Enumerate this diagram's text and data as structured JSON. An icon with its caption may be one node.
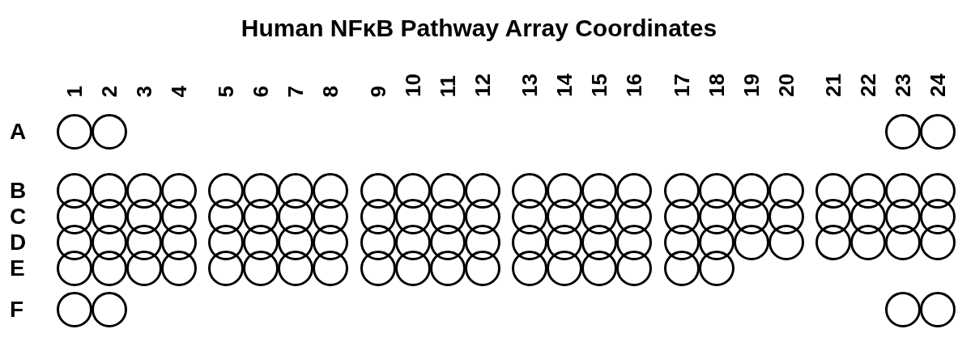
{
  "diagram": {
    "title": "Human NFκB Pathway Array Coordinates",
    "nodes": [
      {
        "text": [],
        "shape": "circle"
      },
      {
        "text": [],
        "shape": "circle"
      },
      {
        "text": [],
        "shape": "circle"
      },
      {
        "text": [],
        "shape": "circle"
      },
      {
        "text": [],
        "shape": "circle"
      },
      {
        "text": [],
        "shape": "circle"
      },
      {
        "text": [],
        "shape": "circle"
      },
      {
        "text": [],
        "shape": "circle"
      },
      {
        "text": [],
        "shape": "circle"
      },
      {
        "text": [],
        "shape": "circle"
      },
      {
        "text": [],
        "shape": "circle"
      },
      {
        "text": [],
        "shape": "circle"
      },
      {
        "text": [],
        "shape": "circle"
      },
      {
        "text": [],
        "shape": "circle"
      },
      {
        "text": [],
        "shape": "circle"
      },
      {
        "text": [],
        "shape": "circle"
      },
      {
        "text": [],
        "shape": "circle"
      },
      {
        "text": [],
        "shape": "circle"
      },
      {
        "text": [],
        "shape": "circle"
      },
      {
        "text": [],
        "shape": "circle"
      },
      {
        "text": [],
        "shape": "circle"
      },
      {
        "text": [],
        "shape": "circle"
      },
      {
        "text": [],
        "shape": "circle"
      },
      {
        "text": [],
        "shape": "circle"
      },
      {
        "text": [],
        "shape": "circle"
      },
      {
        "text": [],
        "shape": "circle"
      },
      {
        "text": [],
        "shape": "circle"
      },
      {
        "text": [],
        "shape": "circle"
      },
      {
        "text": [],
        "shape": "circle"
      },
      {
        "text": [],
        "shape": "circle"
      },
      {
        "text": [],
        "shape": "circle"
      },
      {
        "text": [],
        "shape": "circle"
      },
      {
        "text": [],
        "shape": "circle"
      },
      {
        "text": [],
        "shape": "circle"
      },
      {
        "text": [],
        "shape": "circle"
      },
      {
        "text": [],
        "shape": "circle"
      },
      {
        "text": [],
        "shape": "circle"
      },
      {
        "text": [],
        "shape": "circle"
      },
      {
        "text": [],
        "shape": "circle"
      },
      {
        "text": [],
        "shape": "circle"
      },
      {
        "text": [],
        "shape": "circle"
      },
      {
        "text": [],
        "shape": "circle"
      },
      {
        "text": [],
        "shape": "circle"
      },
      {
        "text": [],
        "shape": "circle"
      },
      {
        "text": [],
        "shape": "circle"
      },
      {
        "text": [],
        "shape": "circle"
      },
      {
        "text": [],
        "shape": "circle"
      },
      {
        "text": [],
        "shape": "circle"
      },
      {
        "text": [],
        "shape": "circle"
      },
      {
        "text": [],
        "shape": "circle"
      },
      {
        "text": [],
        "shape": "circle"
      },
      {
        "text": [],
        "shape": "circle"
      },
      {
        "text": [],
        "shape": "circle"
      },
      {
        "text": [],
        "shape": "circle"
      },
      {
        "text": [],
        "shape": "circle"
      },
      {
        "text": [],
        "shape": "circle"
      },
      {
        "text": [],
        "shape": "circle"
      },
      {
        "text": [],
        "shape": "circle"
      },
      {
        "text": [],
        "shape": "circle"
      },
      {
        "text": [],
        "shape": "circle"
      },
      {
        "text": [],
        "shape": "circle"
      },
      {
        "text": [],
        "shape": "circle"
      },
      {
        "text": [],
        "shape": "circle"
      },
      {
        "text": [],
        "shape": "circle"
      },
      {
        "text": [],
        "shape": "circle"
      },
      {
        "text": [],
        "shape": "circle"
      },
      {
        "text": [],
        "shape": "circle"
      },
      {
        "text": [],
        "shape": "circle"
      },
      {
        "text": [],
        "shape": "circle"
      },
      {
        "text": [],
        "shape": "circle"
      },
      {
        "text": [],
        "shape": "circle"
      },
      {
        "text": [],
        "shape": "circle"
      },
      {
        "text": [],
        "shape": "circle"
      },
      {
        "text": [],
        "shape": "circle"
      },
      {
        "text": [],
        "shape": "circle"
      },
      {
        "text": [],
        "shape": "circle"
      },
      {
        "text": [],
        "shape": "circle"
      },
      {
        "text": [],
        "shape": "circle"
      },
      {
        "text": [],
        "shape": "circle"
      },
      {
        "text": [],
        "shape": "circle"
      },
      {
        "text": [],
        "shape": "circle"
      },
      {
        "text": [],
        "shape": "circle"
      },
      {
        "text": [],
        "shape": "circle"
      },
      {
        "text": [],
        "shape": "circle"
      },
      {
        "text": [],
        "shape": "circle"
      },
      {
        "text": [],
        "shape": "circle"
      },
      {
        "text": [],
        "shape": "circle"
      },
      {
        "text": [],
        "shape": "circle"
      },
      {
        "text": [],
        "shape": "circle"
      },
      {
        "text": [],
        "shape": "circle"
      },
      {
        "text": [],
        "shape": "circle"
      },
      {
        "text": [],
        "shape": "circle"
      },
      {
        "text": [],
        "shape": "circle"
      },
      {
        "text": [],
        "shape": "circle"
      },
      {
        "text": [],
        "shape": "circle"
      },
      {
        "text": [],
        "shape": "circle"
      },
      {
        "text": [],
        "shape": "circle"
      },
      {
        "text": [],
        "shape": "circle"
      }
    ],
    "labels": [
      "1",
      "2",
      "3",
      "4",
      "5",
      "6",
      "7",
      "8",
      "9",
      "10",
      "11",
      "12",
      "13",
      "14",
      "15",
      "16",
      "17",
      "18",
      "19",
      "20",
      "21",
      "22",
      "23",
      "24",
      "A",
      "B",
      "C",
      "D",
      "E",
      "F"
    ]
  }
}
